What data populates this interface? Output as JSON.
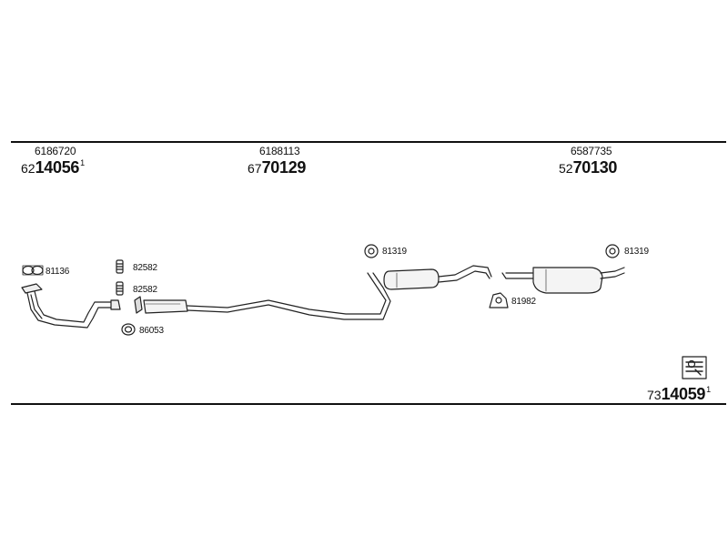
{
  "header": {
    "columns": [
      {
        "oe_number": "6186720",
        "prefix": "62",
        "main": "14056",
        "suffix": "1"
      },
      {
        "oe_number": "6188113",
        "prefix": "67",
        "main": "70129",
        "suffix": ""
      },
      {
        "oe_number": "6587735",
        "prefix": "52",
        "main": "70130",
        "suffix": ""
      }
    ]
  },
  "parts": {
    "p81136": "81136",
    "p82582a": "82582",
    "p82582b": "82582",
    "p86053": "86053",
    "p81319a": "81319",
    "p81982": "81982",
    "p81319b": "81319"
  },
  "footer": {
    "kit": {
      "prefix": "73",
      "main": "14059",
      "suffix": "1"
    }
  },
  "icons": {
    "doc": "document-icon"
  }
}
